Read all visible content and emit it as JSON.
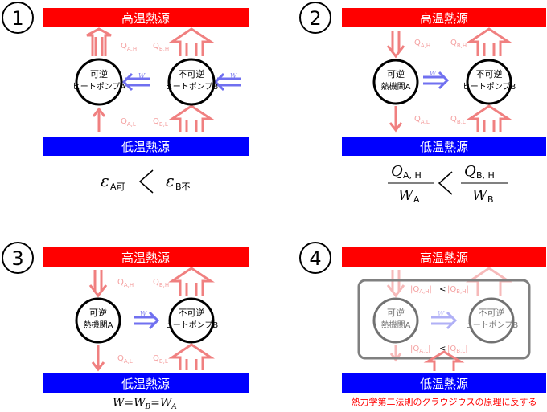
{
  "colors": {
    "hot": "#ff0000",
    "cold": "#0000ff",
    "heat_arrow": "#f08080",
    "heat_label": "#f4a0a0",
    "work_arrow": "#7070f0",
    "work_label": "#8080f0",
    "circle": "#000000",
    "warning": "#ff0000",
    "overlay_border": "#808080"
  },
  "reservoirs": {
    "hot": "高温熱源",
    "cold": "低温熱源"
  },
  "labels": {
    "q_ah": "Q",
    "q_ah_sub": "A,H",
    "q_bh": "Q",
    "q_bh_sub": "B,H",
    "q_al": "Q",
    "q_al_sub": "A,L",
    "q_bl": "Q",
    "q_bl_sub": "B,L",
    "w": "W"
  },
  "panels": [
    {
      "number": "1",
      "device_a": [
        "可逆",
        "ヒートポンプA"
      ],
      "device_b": [
        "不可逆",
        "ヒートポンプB"
      ],
      "relation": {
        "left_symbol": "ε",
        "left_sub": "A可",
        "comparator": "<",
        "right_symbol": "ε",
        "right_sub": "B不"
      }
    },
    {
      "number": "2",
      "device_a": [
        "可逆",
        "熱機関A"
      ],
      "device_b": [
        "不可逆",
        "ヒートポンプB"
      ],
      "relation": {
        "left_num": "Q",
        "left_num_sub": "A, H",
        "left_den": "W",
        "left_den_sub": "A",
        "comparator": "<",
        "right_num": "Q",
        "right_num_sub": "B, H",
        "right_den": "W",
        "right_den_sub": "B"
      }
    },
    {
      "number": "3",
      "device_a": [
        "可逆",
        "熱機関A"
      ],
      "device_b": [
        "不可逆",
        "ヒートポンプB"
      ],
      "equation": {
        "w": "W",
        "eq1": "=",
        "wb": "W",
        "wb_sub": "B",
        "eq2": "=",
        "wa": "W",
        "wa_sub": "A"
      }
    },
    {
      "number": "4",
      "device_a": [
        "可逆",
        "熱機関A"
      ],
      "device_b": [
        "不可逆",
        "ヒートポンプB"
      ],
      "inner_top": {
        "left": "|Q",
        "left_sub": "A,H",
        "left_end": "|",
        "cmp": "<",
        "right": "|Q",
        "right_sub": "B,H",
        "right_end": "|"
      },
      "inner_bottom": {
        "left": "|Q",
        "left_sub": "A,L",
        "left_end": "|",
        "cmp": "<",
        "right": "|Q",
        "right_sub": "B,L",
        "right_end": "|"
      },
      "note": "熱力学第二法則のクラウジウスの原理に反する"
    }
  ]
}
